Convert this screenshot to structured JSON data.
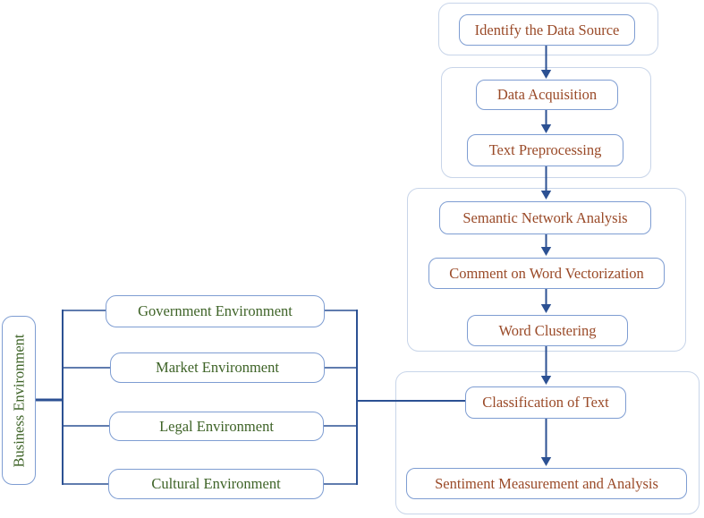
{
  "diagram": {
    "title_semantic": "Business environment sentiment analysis pipeline flowchart",
    "left_group": {
      "root": "Business Environment",
      "children": [
        "Government Environment",
        "Market Environment",
        "Legal Environment",
        "Cultural Environment"
      ]
    },
    "pipeline": {
      "stages": [
        {
          "nodes": [
            "Identify the Data Source"
          ]
        },
        {
          "nodes": [
            "Data Acquisition",
            "Text Preprocessing"
          ]
        },
        {
          "nodes": [
            "Semantic Network Analysis",
            "Comment on Word Vectorization",
            "Word Clustering"
          ]
        },
        {
          "nodes": [
            "Classification of Text",
            "Sentiment Measurement and Analysis"
          ]
        }
      ]
    },
    "colors": {
      "connector": "#2C5193",
      "node_border": "#7E9DD2",
      "container_border": "#C8D5E9",
      "pipeline_text": "#9A4A28",
      "environment_text": "#3E6327"
    }
  }
}
